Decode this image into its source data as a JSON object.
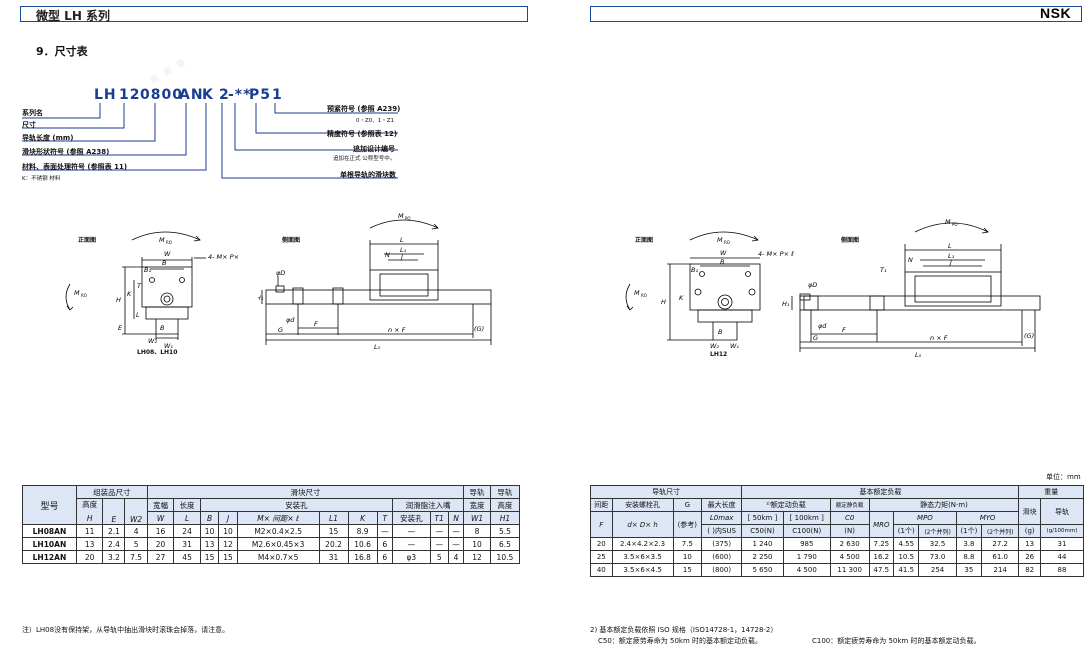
{
  "header": {
    "title": "微型 LH 系列",
    "brand": "NSK",
    "accent": "#1a4aa0"
  },
  "section": {
    "title": "9．尺寸表"
  },
  "code": {
    "parts": [
      "LH",
      "12",
      "0800",
      "AN",
      "K",
      "2",
      "-**",
      "P5",
      "1"
    ],
    "left_labels": [
      "系列名",
      "尺寸",
      "导轨长度 (mm)",
      "滑块形状符号 (参照 A238)",
      "材料、表面处理符号 (参照表 11)"
    ],
    "left_sub": "K：不锈钢 材料",
    "right_labels": [
      {
        "main": "预紧符号 (参照 A239)",
        "sub": "0・Z0、1・Z1"
      },
      {
        "main": "精度符号 (参照表 12)",
        "sub": ""
      },
      {
        "main": "追加设计编号",
        "sub": "追加在正式 公称型号中。"
      },
      {
        "main": "单根导轨的滑块数",
        "sub": ""
      }
    ]
  },
  "drawings": {
    "front_view": "正面图",
    "side_view": "侧面图",
    "caption_left": "LH08、LH10",
    "caption_right": "LH12",
    "dims": {
      "mro": "M_RO",
      "mpo": "M_PO",
      "myo": "M_YO",
      "holes": "4- M× P× ℓ",
      "w": "W",
      "b": "B",
      "b1": "B1",
      "w1": "W1",
      "w2": "W2",
      "h": "H",
      "h1": "H1",
      "k": "K",
      "t": "T",
      "e": "E",
      "l": "L",
      "l1": "L1",
      "j": "J",
      "n": "N",
      "phi_d": "φD",
      "phi_d2": "φd",
      "f": "F",
      "g": "G",
      "nf": "n × F",
      "g2": "(G)",
      "l0": "L0"
    }
  },
  "table_left": {
    "col_model": "型号",
    "grp_assembly": "组装品尺寸",
    "grp_slider": "滑块尺寸",
    "grp_rail": "导轨",
    "grp_rail2": "导轨",
    "height": "高度",
    "width": "宽幅",
    "length": "长度",
    "mount_hole": "安装孔",
    "lube": "润滑脂注入嘴",
    "rail_width": "宽度",
    "rail_height": "高度",
    "sym": [
      "H",
      "E",
      "W2",
      "W",
      "L",
      "B",
      "J",
      "M× 间距× ℓ",
      "L1",
      "K",
      "T",
      "安装孔",
      "T1",
      "N",
      "W1",
      "H1"
    ],
    "rows": [
      [
        "LH08AN",
        "11",
        "2.1",
        "4",
        "16",
        "24",
        "10",
        "10",
        "M2×0.4×2.5",
        "15",
        "8.9",
        "—",
        "—",
        "—",
        "—",
        "8",
        "5.5"
      ],
      [
        "LH10AN",
        "13",
        "2.4",
        "5",
        "20",
        "31",
        "13",
        "12",
        "M2.6×0.45×3",
        "20.2",
        "10.6",
        "6",
        "—",
        "—",
        "—",
        "10",
        "6.5"
      ],
      [
        "LH12AN",
        "20",
        "3.2",
        "7.5",
        "27",
        "45",
        "15",
        "15",
        "M4×0.7×5",
        "31",
        "16.8",
        "6",
        "φ3",
        "5",
        "4",
        "12",
        "10.5"
      ]
    ],
    "note": "注）LH08没有保持架，从导轨中抽出滑块时滚珠会掉落，请注意。"
  },
  "table_right": {
    "unit": "单位：mm",
    "grp_rail": "导轨尺寸",
    "grp_load": "基本额定负载",
    "grp_weight": "重量",
    "pitch": "间距",
    "bolt": "安装螺栓孔",
    "g": "G",
    "maxlen": "最大长度",
    "dyn": "²⁾额定动负载",
    "stat": "额定静负载",
    "moment": "静态力矩(N·m)",
    "slider": "滑块",
    "rail": "导轨",
    "f": "F",
    "dxdxh": "d× D× h",
    "ref": "(参考)",
    "l0max": "L0max",
    "sus": "( )内SUS",
    "km50": "[ 50km ]",
    "km100": "[ 100km ]",
    "c0": "C0",
    "mro": "MRO",
    "mpo": "MPO",
    "myo": "MYO",
    "c50": "C50(N)",
    "c100": "C100(N)",
    "n_unit": "(N)",
    "one": "(1个)",
    "two": "(2个并列)",
    "g_unit": "(g)",
    "gm_unit": "(g/100mm)",
    "rows": [
      [
        "20",
        "2.4×4.2×2.3",
        "7.5",
        "(375)",
        "1 240",
        "985",
        "2 630",
        "7.25",
        "4.55",
        "32.5",
        "3.8",
        "27.2",
        "13",
        "31"
      ],
      [
        "25",
        "3.5×6×3.5",
        "10",
        "(600)",
        "2 250",
        "1 790",
        "4 500",
        "16.2",
        "10.5",
        "73.0",
        "8.8",
        "61.0",
        "26",
        "44"
      ],
      [
        "40",
        "3.5×6×4.5",
        "15",
        "(800)",
        "5 650",
        "4 500",
        "11 300",
        "47.5",
        "41.5",
        "254",
        "35",
        "214",
        "82",
        "88"
      ]
    ],
    "note1": "2) 基本额定负载依照 ISO 规格（ISO14728-1，14728-2）",
    "note2a": "C50：额定疲劳寿命为 50km 时的基本额定动负载。",
    "note2b": "C100：额定疲劳寿命为 50km 时的基本额定动负载。"
  }
}
